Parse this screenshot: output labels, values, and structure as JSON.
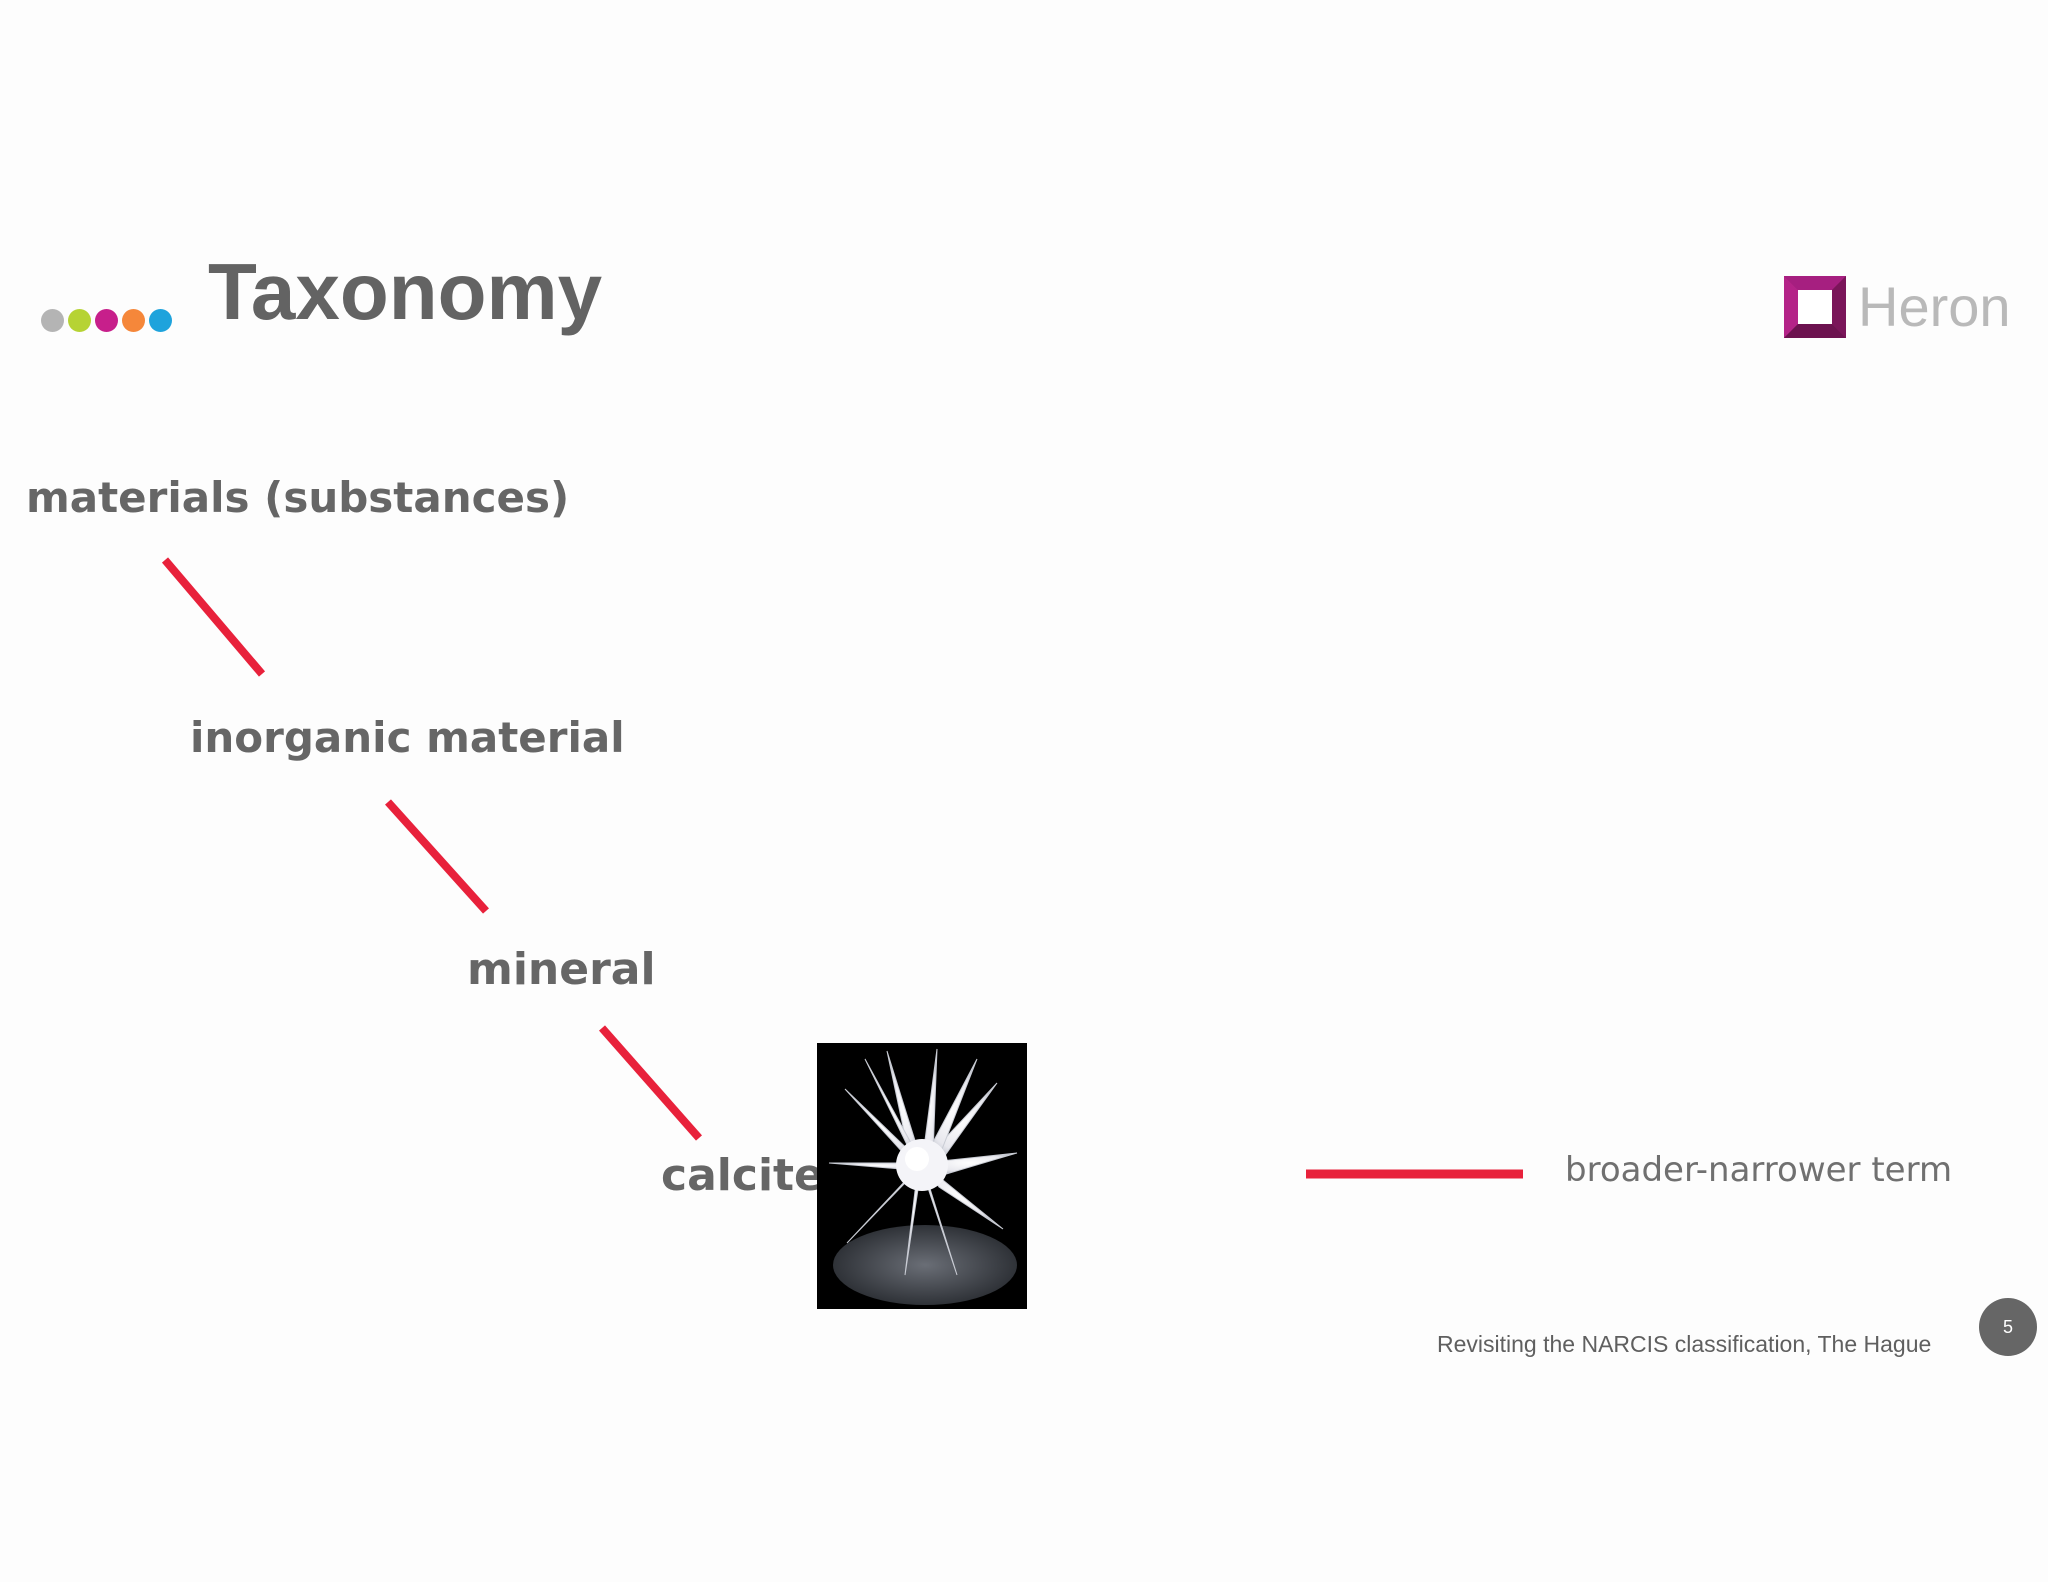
{
  "slide": {
    "title": "Taxonomy",
    "page_number": "5",
    "footer": "Revisiting the NARCIS classification, The Hague"
  },
  "logo": {
    "text": "Heron",
    "color": "#8e1a6b"
  },
  "dots": {
    "colors": [
      "#b4b4b4",
      "#b6d334",
      "#c71f8b",
      "#f5873a",
      "#1ea3dc"
    ]
  },
  "diagram": {
    "edge_color": "#e8213b",
    "terms": {
      "level1": "materials (substances)",
      "level2": "inorganic material",
      "level3": "mineral",
      "level4": "calcite"
    },
    "legend": {
      "label": "broader-narrower term"
    },
    "image": {
      "subject": "calcite-crystal"
    }
  }
}
